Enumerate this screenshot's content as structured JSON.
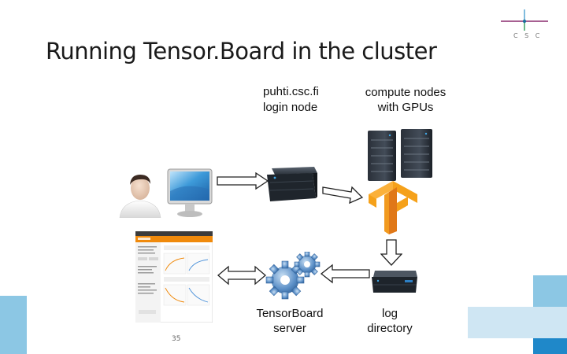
{
  "slide": {
    "title": "Running Tensor.Board in the cluster",
    "page_number": "35"
  },
  "logo": {
    "text": "C S C"
  },
  "labels": {
    "login_host": "puhti.csc.fi",
    "login_node": "login node",
    "compute_line1": "compute nodes",
    "compute_line2": "with GPUs",
    "tb_line1": "TensorBoard",
    "tb_line2": "server",
    "log_line1": "log",
    "log_line2": "directory"
  },
  "colors": {
    "tile_light": "#cfe6f3",
    "tile_mid": "#8cc7e4",
    "tile_dark": "#1f88c9",
    "tensorflow_orange": "#f5a11a",
    "tensorflow_dark": "#e07818",
    "gear_blue": "#5b8fc7"
  },
  "icons": [
    "user-icon",
    "monitor-icon",
    "login-server-icon",
    "compute-servers-icon",
    "tensorflow-logo-icon",
    "gears-icon",
    "storage-server-icon",
    "browser-screenshot"
  ]
}
